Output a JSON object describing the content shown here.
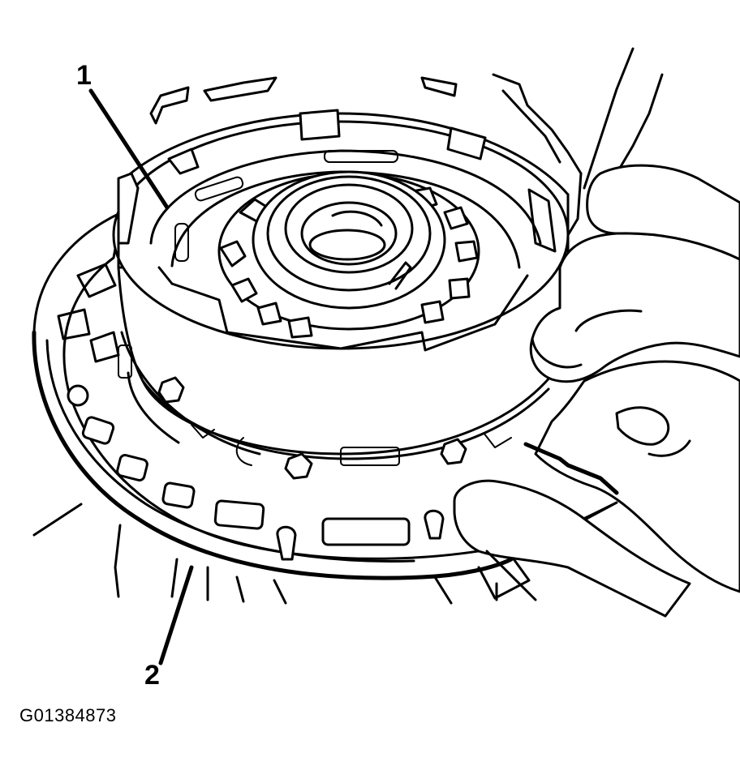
{
  "callouts": {
    "one": "1",
    "two": "2"
  },
  "figure_id": "G01384873",
  "colors": {
    "line": "#000000",
    "background": "#ffffff"
  }
}
